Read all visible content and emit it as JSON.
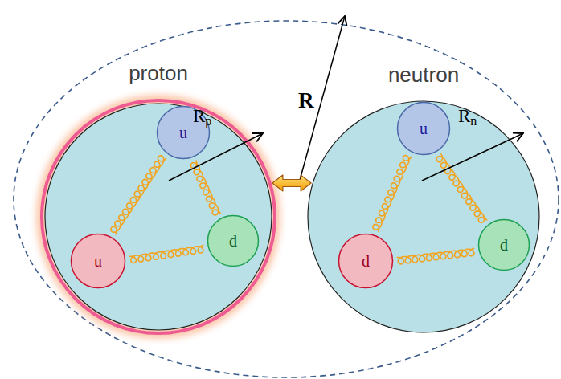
{
  "diagram": {
    "nodes": [
      {
        "text": [
          "proton"
        ]
      },
      {
        "text": [
          "u"
        ],
        "in": 0
      },
      {
        "text": [
          "u"
        ],
        "in": 0
      },
      {
        "text": [
          "d"
        ],
        "in": 0
      },
      {
        "text": [
          "neutron"
        ]
      },
      {
        "text": [
          "u"
        ],
        "in": 4
      },
      {
        "text": [
          "d"
        ],
        "in": 4
      },
      {
        "text": [
          "d"
        ],
        "in": 4
      }
    ],
    "edges": [
      {
        "from": 0,
        "to": 4,
        "arrow": "both"
      }
    ],
    "labels": [
      "R",
      "Rp",
      "Rn"
    ]
  }
}
